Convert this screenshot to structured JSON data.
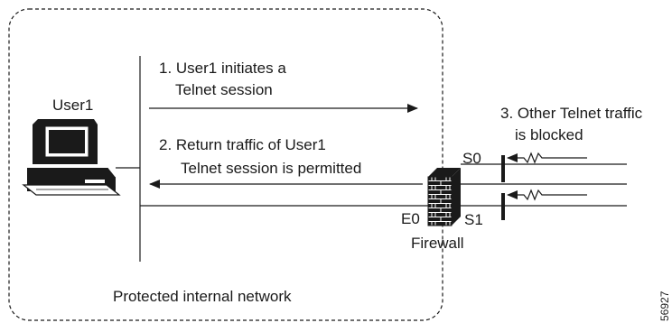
{
  "host": {
    "name": "User1",
    "icon": "computer-workstation-icon"
  },
  "steps": {
    "step1": {
      "line1": "1. User1 initiates a",
      "line2": "Telnet session"
    },
    "step2": {
      "line1": "2. Return traffic of User1",
      "line2": "Telnet session is permitted"
    },
    "step3": {
      "line1": "3. Other Telnet traffic",
      "line2": "is blocked"
    }
  },
  "firewall": {
    "name": "Firewall",
    "icon": "brick-firewall-icon",
    "interfaces": {
      "inside": "E0",
      "serial0": "S0",
      "serial1": "S1"
    }
  },
  "zone": {
    "label": "Protected internal network"
  },
  "figure_id": "56927"
}
